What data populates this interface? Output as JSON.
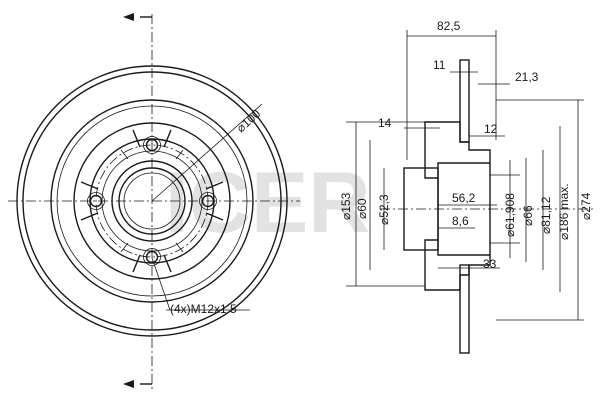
{
  "watermark": "ICER",
  "front_view": {
    "bolt_circle_label": "⌀100",
    "thread_label": "(4x)M12x1.5"
  },
  "side_view": {
    "dim_total_width": "82,5",
    "dim_11": "11",
    "dim_21_3": "21,3",
    "dim_14": "14",
    "dim_12": "12",
    "dim_56_2": "56,2",
    "dim_8_6": "8,6",
    "dim_33": "33",
    "dia_153": "⌀153",
    "dia_60": "⌀60",
    "dia_52_3": "⌀52,3",
    "dia_61_908": "⌀61,908",
    "dia_66": "⌀66",
    "dia_81_12": "⌀81,12",
    "dia_186": "⌀186 max.",
    "dia_274": "⌀274"
  }
}
